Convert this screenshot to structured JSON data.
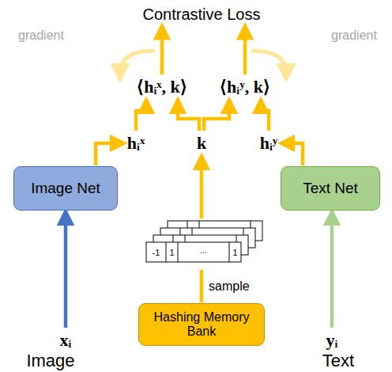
{
  "diagram": {
    "nodes": [
      {
        "text": [
          "Contrastive Loss"
        ]
      },
      {
        "text": [
          "⟨hᵢˣ, k⟩"
        ]
      },
      {
        "text": [
          "⟨hᵢʸ, k⟩"
        ]
      },
      {
        "text": [
          "hᵢˣ"
        ]
      },
      {
        "text": [
          "k"
        ]
      },
      {
        "text": [
          "hᵢʸ"
        ]
      },
      {
        "text": [
          "Image Net"
        ]
      },
      {
        "text": [
          "Hashing Memory Bank"
        ]
      },
      {
        "text": [
          "Text Net"
        ]
      },
      {
        "text": [
          "xᵢ"
        ]
      },
      {
        "text": [
          "yᵢ"
        ]
      }
    ],
    "edges": [
      {
        "from": 9,
        "to": 6,
        "arrow": "to"
      },
      {
        "from": 10,
        "to": 8,
        "arrow": "to"
      },
      {
        "from": 7,
        "to": 4,
        "label": "sample",
        "arrow": "to"
      },
      {
        "from": 6,
        "to": 3,
        "arrow": "to"
      },
      {
        "from": 8,
        "to": 5,
        "arrow": "to"
      },
      {
        "from": 3,
        "to": 1,
        "arrow": "to"
      },
      {
        "from": 4,
        "to": 1,
        "arrow": "to"
      },
      {
        "from": 4,
        "to": 2,
        "arrow": "to"
      },
      {
        "from": 5,
        "to": 2,
        "arrow": "to"
      },
      {
        "from": 1,
        "to": 0,
        "arrow": "to"
      },
      {
        "from": 2,
        "to": 0,
        "arrow": "to"
      }
    ],
    "labels": [
      "gradient",
      "gradient",
      "-1",
      "1",
      "...",
      "1",
      "Image",
      "Text"
    ]
  }
}
